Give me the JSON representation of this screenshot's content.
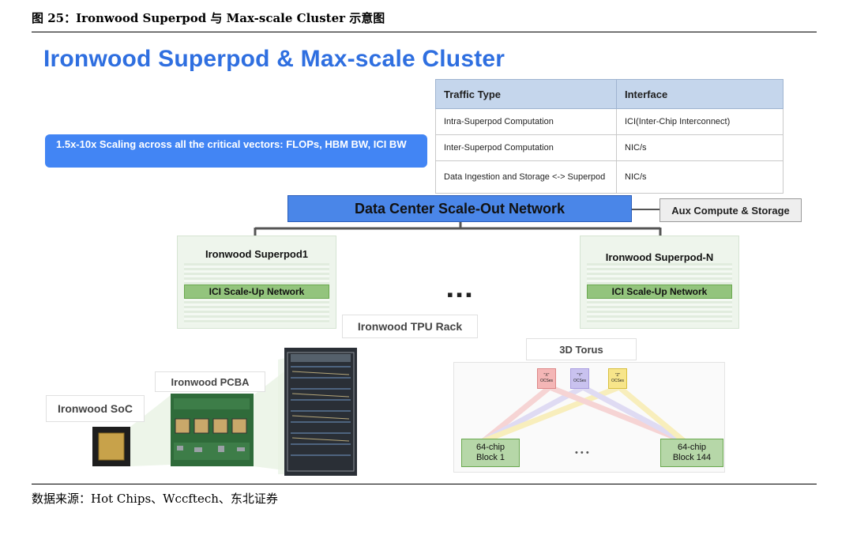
{
  "caption": "图 25：Ironwood Superpod 与 Max-scale Cluster 示意图",
  "title": "Ironwood Superpod & Max-scale Cluster",
  "scaling_note": "1.5x-10x Scaling across all the critical vectors: FLOPs, HBM BW, ICI BW",
  "traffic_table": {
    "headers": [
      "Traffic Type",
      "Interface"
    ],
    "rows": [
      [
        "Intra-Superpod Computation",
        "ICI(Inter-Chip Interconnect)"
      ],
      [
        "Inter-Superpod Computation",
        "NIC/s"
      ],
      [
        "Data Ingestion and Storage <-> Superpod",
        "NIC/s"
      ]
    ]
  },
  "dc_network": "Data Center Scale-Out Network",
  "aux": "Aux Compute & Storage",
  "superpods": [
    {
      "title": "Ironwood Superpod1",
      "ici": "ICI Scale-Up Network"
    },
    {
      "title": "Ironwood Superpod-N",
      "ici": "ICI Scale-Up Network"
    }
  ],
  "ellipsis": "▪▪▪",
  "labels": {
    "rack": "Ironwood TPU Rack",
    "pcba": "Ironwood PCBA",
    "soc": "Ironwood SoC",
    "torus": "3D Torus"
  },
  "torus": {
    "ocs": [
      {
        "tag": "\"X\"",
        "name": "OCSes",
        "color": "#f4b6b6"
      },
      {
        "tag": "\"Y\"",
        "name": "OCSes",
        "color": "#c9c2ef"
      },
      {
        "tag": "\"Z\"",
        "name": "OCSes",
        "color": "#f7e58a"
      }
    ],
    "block_first": {
      "l1": "64-chip",
      "l2": "Block 1"
    },
    "block_last": {
      "l1": "64-chip",
      "l2": "Block 144"
    },
    "dots": "• • •"
  },
  "source": "数据来源：Hot Chips、Wccftech、东北证券"
}
